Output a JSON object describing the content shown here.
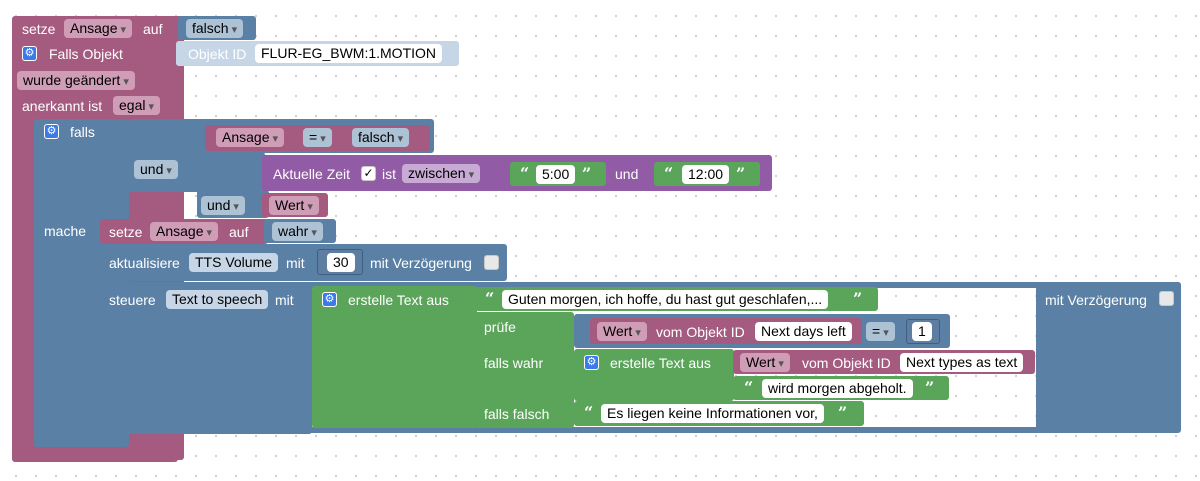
{
  "block_set_first": {
    "label": "setze",
    "variable": "Ansage",
    "op": "auf",
    "value": "falsch"
  },
  "trigger": {
    "title": "Falls Objekt",
    "object_label": "Objekt ID",
    "object_id": "FLUR-EG_BWM:1.MOTION",
    "change": "wurde geändert",
    "ack_label": "anerkannt ist",
    "ack_value": "egal"
  },
  "if_block": {
    "falls": "falls",
    "mache": "mache",
    "und1": "und",
    "und2": "und",
    "cond1": {
      "variable": "Ansage",
      "op": "=",
      "value": "falsch"
    },
    "time": {
      "label": "Aktuelle Zeit",
      "checkbox": "✓",
      "is": "ist",
      "mode": "zwischen",
      "from": "5:00",
      "and": "und",
      "to": "12:00"
    },
    "wert": "Wert"
  },
  "set_true": {
    "label": "setze",
    "variable": "Ansage",
    "op": "auf",
    "value": "wahr"
  },
  "update": {
    "label": "aktualisiere",
    "target": "TTS Volume",
    "with": "mit",
    "value": "30",
    "delay_label": "mit Verzögerung"
  },
  "control": {
    "label": "steuere",
    "target": "Text to speech",
    "with": "mit",
    "create_text": "erstelle Text aus",
    "greeting": "Guten morgen, ich hoffe, du hast gut geschlafen,...",
    "delay_label": "mit Verzögerung",
    "check": "prüfe",
    "if_true": "falls wahr",
    "if_false": "falls falsch",
    "cmp": {
      "wert": "Wert",
      "from_label": "vom Objekt ID",
      "object": "Next days left",
      "op": "=",
      "value": "1"
    },
    "true_text": {
      "create": "erstelle Text aus",
      "wert": "Wert",
      "from_label": "vom Objekt ID",
      "object": "Next types as text",
      "suffix": "wird morgen abgeholt."
    },
    "false_text": "Es liegen keine Informationen vor,"
  },
  "colors": {
    "event": "#a55b80",
    "logic": "#5b80a5",
    "text": "#5ba55b",
    "time": "#925ba5"
  }
}
